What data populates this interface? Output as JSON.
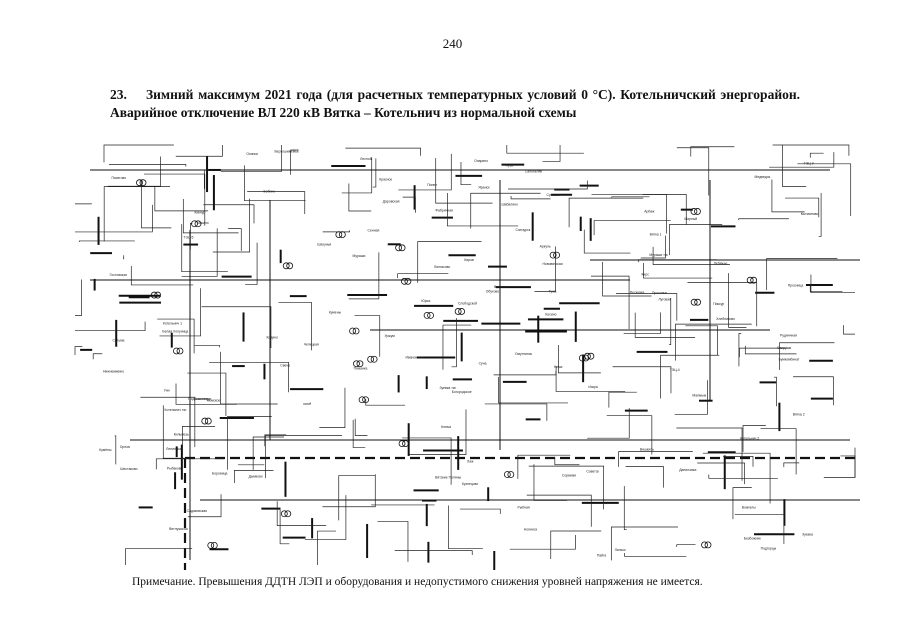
{
  "page": {
    "number": "240",
    "heading_number": "23.",
    "heading_text": "Зимний максимум 2021 года (для расчетных температурных условий 0 °С). Котельничский энергорайон. Аварийное отключение ВЛ 220 кВ Вятка – Котельнич из нормальной схемы",
    "note": "Примечание. Превышения ДДТН ЛЭП и оборудования и недопустимого снижения уровней напряжения не имеется."
  },
  "diagram": {
    "labels": [
      "Котельнич 1",
      "Котельнич 2",
      "Вятка 1",
      "Вятка 2",
      "Юрья",
      "Даровская",
      "Свеча",
      "Шабалино",
      "Мураши",
      "Кумены",
      "Фаленки",
      "Зуевка",
      "Богородское",
      "Кирс",
      "Омутнинск",
      "Белая Холуница",
      "Слободской",
      "Киров",
      "Лянгасово",
      "Садаковская",
      "Уни",
      "Рудничная",
      "Кытманово",
      "Советск",
      "Лебяжье",
      "Пижанка",
      "Санчурск",
      "Яранск",
      "Тужа",
      "Кикнур",
      "Шахунья",
      "Ветлужская",
      "Пайга",
      "Опарино",
      "Подосиновец",
      "Луза",
      "Кузнецово",
      "Орлов",
      "Котельнич тяг.",
      "Нолинск",
      "Немское",
      "Сунская",
      "Кильмезь",
      "Малмыж",
      "Вятские Поляны",
      "Уржум",
      "Лесной",
      "ТЭЦ-3",
      "ТЭЦ-4",
      "ТЭЦ-5",
      "Фабричная",
      "Нововятская",
      "Ивановская",
      "Чепецкая",
      "Осинки",
      "Аркуль",
      "Прокопье",
      "Медведок",
      "Кумёны",
      "Бобино",
      "Шестаково",
      "Просница",
      "Пасегово",
      "Вахруши",
      "Луговая",
      "Зуевка тяг.",
      "Бумкомбинат",
      "Мирный",
      "Подгорцы",
      "Сенная",
      "Красное",
      "Искра",
      "Рыбная",
      "Хлебниково",
      "Ленинская",
      "Вожгалы",
      "Суна",
      "Лаж",
      "Нема",
      "Вишкиль",
      "Верхошижемье",
      "Мокино",
      "Пиксур",
      "Сорвижи",
      "Арбаж",
      "Боровица",
      "Ситьма",
      "Даниловка",
      "Гостовская",
      "Песковка",
      "Косино",
      "Мураши тяг.",
      "Рыбаково",
      "Обухово",
      "Лальск",
      "Пинюг",
      "Безбожник",
      "Дымково",
      "Коминтерн",
      "Нижнеивкино",
      "Салобеляк",
      "Ключи",
      "Кадино"
    ]
  }
}
